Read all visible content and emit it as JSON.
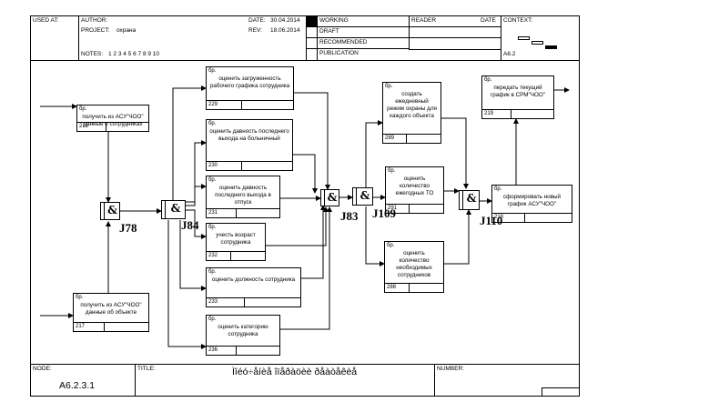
{
  "header": {
    "used_at": "USED AT:",
    "author_label": "AUTHOR:",
    "project_label": "PROJECT:",
    "project_value": "охрана",
    "notes_label": "NOTES:",
    "notes_values": "1  2  3  4  5  6  7  8  9  10",
    "date_label": "DATE:",
    "date_value": "30.04.2014",
    "rev_label": "REV:",
    "rev_value": "18.06.2014",
    "status": [
      "WORKING",
      "DRAFT",
      "RECOMMENDED",
      "PUBLICATION"
    ],
    "reader_label": "READER",
    "reader_date_label": "DATE",
    "context_label": "CONTEXT:",
    "context_node": "A6.2"
  },
  "footer": {
    "node_label": "NODE:",
    "node_value": "A6.2.3.1",
    "title_label": "TITLE:",
    "title_value": "Ìîéó÷åíèå  îïåðàöèè  ðåàòåêèå",
    "number_label": "NUMBER:"
  },
  "boxes": [
    {
      "id": "216",
      "code": "бр.",
      "label": "получить из АСУ\"ЧОО\" данные о сотрудниках"
    },
    {
      "id": "217",
      "code": "бр.",
      "label": "получить из АСУ\"ЧОО\" данные об объекте"
    },
    {
      "id": "229",
      "code": "бр.",
      "label": "оценить загруженность рабочего графика сотрудника"
    },
    {
      "id": "230",
      "code": "бр.",
      "label": "оценить давность последнего выхода на больничный"
    },
    {
      "id": "231",
      "code": "бр.",
      "label": "оценить давность последнего выхода в отпуск"
    },
    {
      "id": "232",
      "code": "бр.",
      "label": "учесть возраст сотрудника"
    },
    {
      "id": "233",
      "code": "бр.",
      "label": "оценить должность сотрудника"
    },
    {
      "id": "236",
      "code": "бр.",
      "label": "оценить категорию сотрудника"
    },
    {
      "id": "289",
      "code": "бр.",
      "label": "создать ежедневный режим охраны для каждого объекта"
    },
    {
      "id": "291",
      "code": "бр.",
      "label": "оценить количество ежегодных ТО"
    },
    {
      "id": "288",
      "code": "бр.",
      "label": "оценить количество необходимых сотрудников"
    },
    {
      "id": "218",
      "code": "бр.",
      "label": "сформировать новый график АСУ\"ЧОО\""
    },
    {
      "id": "219",
      "code": "бр.",
      "label": "передать текущий график в СРМ\"ЧОО\""
    }
  ],
  "junctions": [
    {
      "symbol": "&",
      "label": "J78"
    },
    {
      "symbol": "&",
      "label": "J84"
    },
    {
      "symbol": "&",
      "label": "J83"
    },
    {
      "symbol": "&",
      "label": "J109"
    },
    {
      "symbol": "&",
      "label": "J110"
    }
  ]
}
